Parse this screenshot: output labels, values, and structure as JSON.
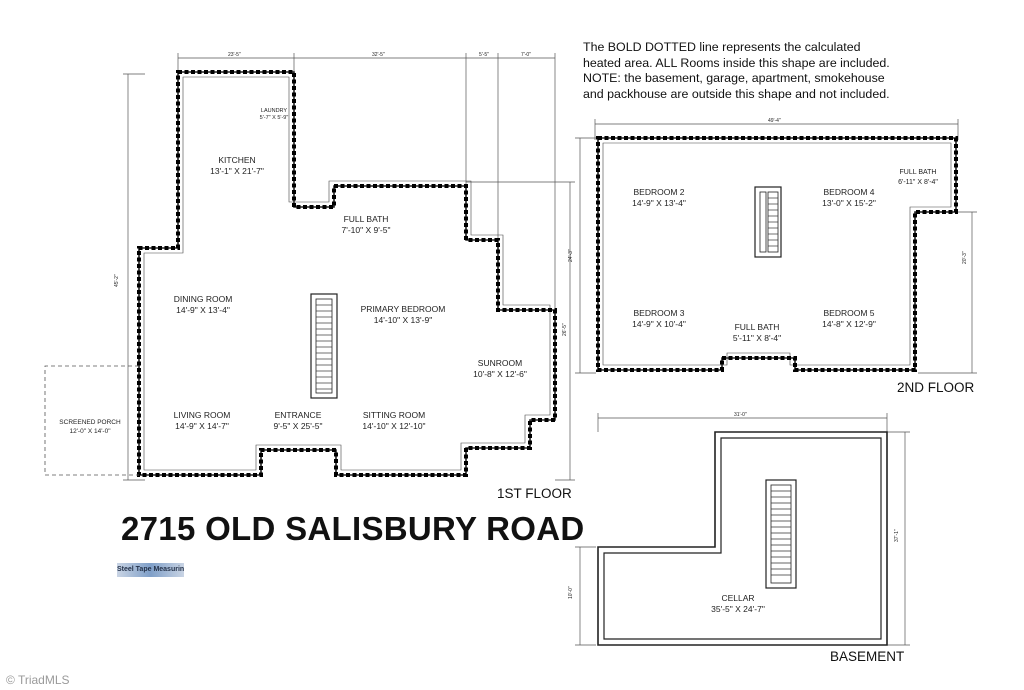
{
  "notes": {
    "lines": [
      "The BOLD DOTTED line represents the calculated",
      "heated area. ALL Rooms inside this shape are included.",
      "NOTE: the basement, garage, apartment, smokehouse",
      "and packhouse are outside this shape and not included."
    ]
  },
  "address": "2715 OLD SALISBURY ROAD",
  "logo_text": "Steel Tape Measuring",
  "watermark": "© TriadMLS",
  "floors": {
    "first": {
      "label": "1ST FLOOR",
      "rooms": [
        {
          "name": "LAUNDRY",
          "size": "5'-7\" X 5'-9\""
        },
        {
          "name": "KITCHEN",
          "size": "13'-1\" X 21'-7\""
        },
        {
          "name": "FULL BATH",
          "size": "7'-10\" X 9'-5\""
        },
        {
          "name": "DINING ROOM",
          "size": "14'-9\" X 13'-4\""
        },
        {
          "name": "PRIMARY BEDROOM",
          "size": "14'-10\" X 13'-9\""
        },
        {
          "name": "SUNROOM",
          "size": "10'-8\" X 12'-6\""
        },
        {
          "name": "LIVING ROOM",
          "size": "14'-9\" X 14'-7\""
        },
        {
          "name": "ENTRANCE",
          "size": "9'-5\" X 25'-5\""
        },
        {
          "name": "SITTING ROOM",
          "size": "14'-10\" X 12'-10\""
        },
        {
          "name": "SCREENED PORCH",
          "size": "12'-0\" X 14'-0\""
        }
      ],
      "dimensions": {
        "top": [
          "23'-5\"",
          "32'-5\"",
          "5'-5\"",
          "7'-0\""
        ],
        "left": "45'-2\"",
        "right": "26'-5\""
      }
    },
    "second": {
      "label": "2ND FLOOR",
      "rooms": [
        {
          "name": "BEDROOM 2",
          "size": "14'-9\" X 13'-4\""
        },
        {
          "name": "BEDROOM 4",
          "size": "13'-0\" X 15'-2\""
        },
        {
          "name": "FULL BATH",
          "size": "6'-11\" X 8'-4\""
        },
        {
          "name": "BEDROOM 3",
          "size": "14'-9\" X 10'-4\""
        },
        {
          "name": "FULL BATH",
          "size": "5'-11\" X 8'-4\""
        },
        {
          "name": "BEDROOM 5",
          "size": "14'-8\" X 12'-9\""
        }
      ],
      "dimensions": {
        "top": "49'-4\"",
        "left": "24'-3\"",
        "right": "20'-3\""
      }
    },
    "basement": {
      "label": "BASEMENT",
      "rooms": [
        {
          "name": "CELLAR",
          "size": "35'-5\" X 24'-7\""
        }
      ],
      "dimensions": {
        "top": "31'-0\"",
        "left": "10'-0\"",
        "right": "37'-1\""
      }
    }
  }
}
